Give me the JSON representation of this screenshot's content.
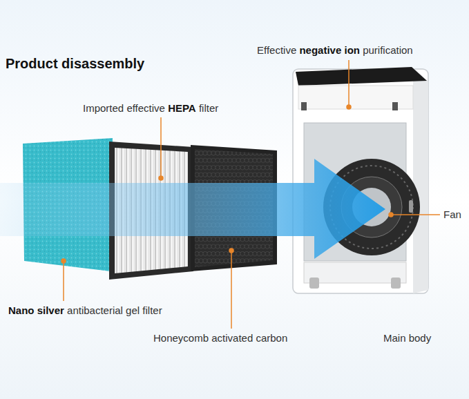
{
  "diagram": {
    "title": "Product disassembly",
    "labels": [
      "Effective negative ion purification",
      "Imported effective HEPA filter",
      "Fan",
      "Nano silver antibacterial gel filter",
      "Honeycomb activated carbon",
      "Main body"
    ]
  }
}
